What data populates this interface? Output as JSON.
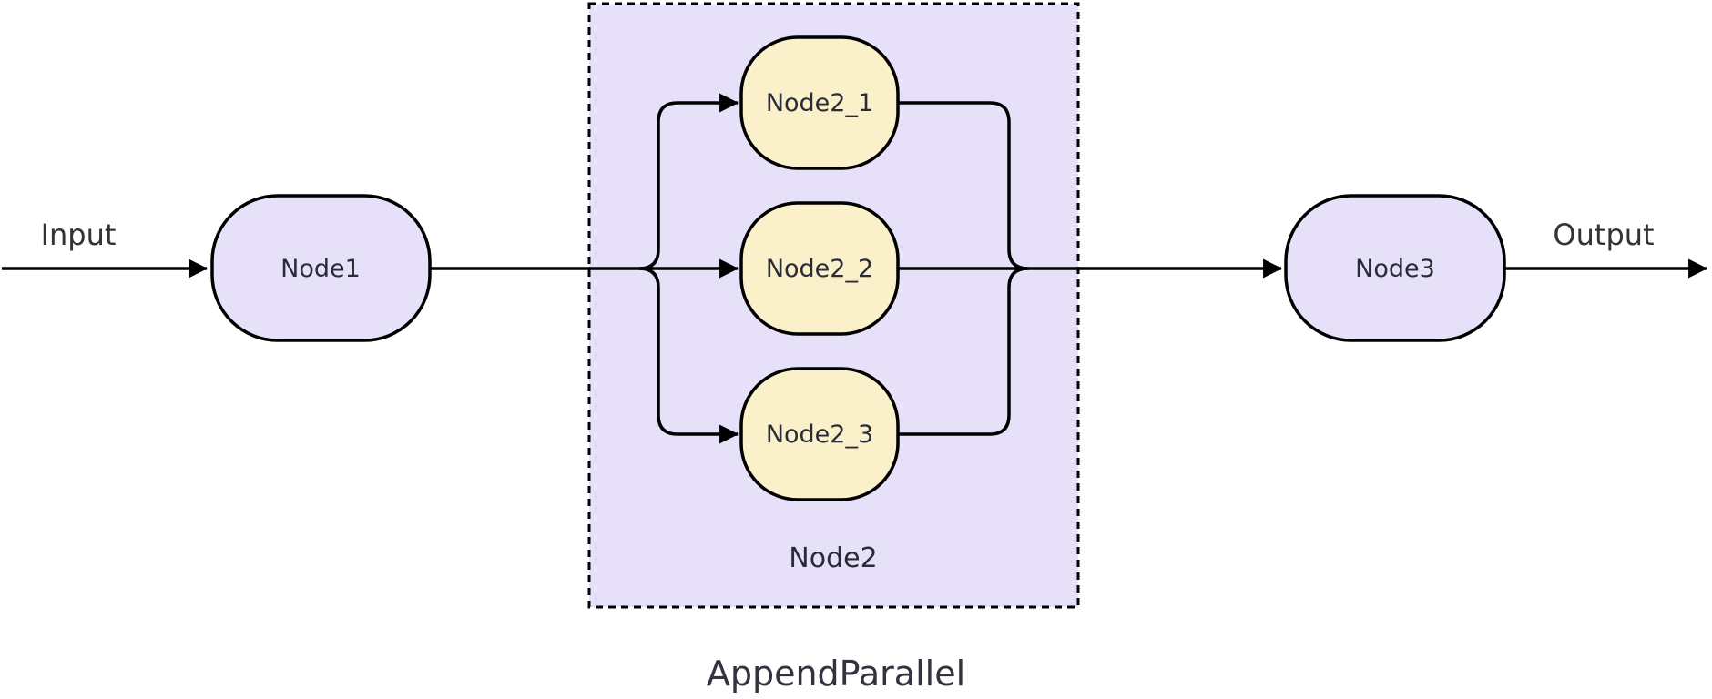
{
  "diagram": {
    "input_label": "Input",
    "output_label": "Output",
    "nodes": {
      "node1": "Node1",
      "node2_1": "Node2_1",
      "node2_2": "Node2_2",
      "node2_3": "Node2_3",
      "node3": "Node3"
    },
    "container": {
      "label": "Node2",
      "type_label": "AppendParallel"
    },
    "edges": [
      {
        "from": "Input",
        "to": "Node1"
      },
      {
        "from": "Node1",
        "to": "Node2_1"
      },
      {
        "from": "Node1",
        "to": "Node2_2"
      },
      {
        "from": "Node1",
        "to": "Node2_3"
      },
      {
        "from": "Node2_1",
        "to": "Node3"
      },
      {
        "from": "Node2_2",
        "to": "Node3"
      },
      {
        "from": "Node2_3",
        "to": "Node3"
      },
      {
        "from": "Node3",
        "to": "Output"
      }
    ],
    "colors": {
      "lavender_fill": "#e6e0f8",
      "yellow_fill": "#faf0c9",
      "stroke": "#000000",
      "text": "#333333",
      "background": "#ffffff"
    }
  }
}
